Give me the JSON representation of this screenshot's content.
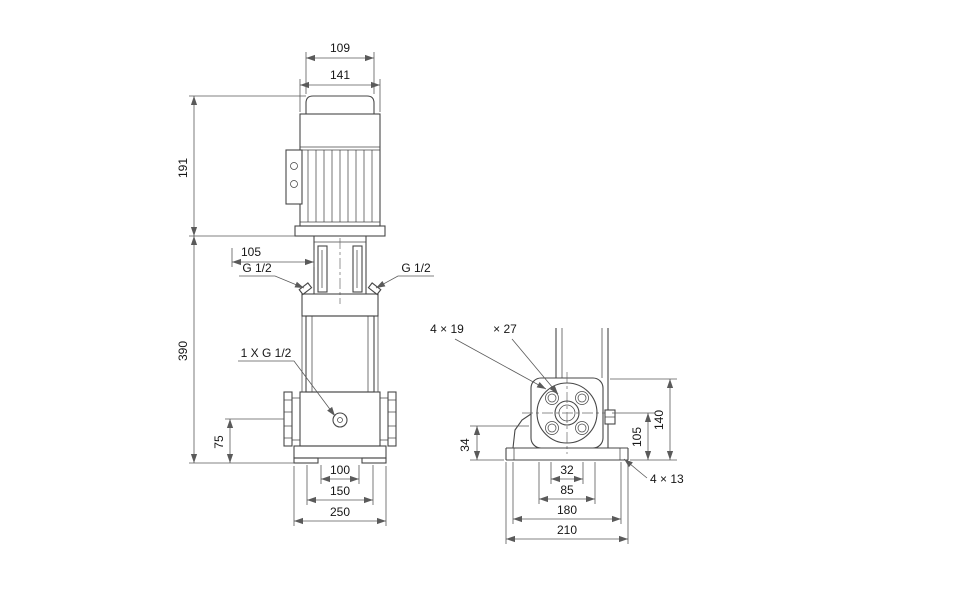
{
  "drawing": {
    "background": "#ffffff",
    "line_color": "#474747",
    "front_view": {
      "dim_fan_width": "109",
      "dim_motor_width": "141",
      "dim_motor_height": "191",
      "dim_head_width": "105",
      "port_left_label": "G 1/2",
      "port_right_label": "G 1/2",
      "dim_pump_height": "390",
      "drain_port_label": "1 X G 1/2",
      "dim_port_centerline": "75",
      "dim_base_inner": "100",
      "dim_base_mid": "150",
      "dim_base_outer": "250"
    },
    "side_view": {
      "flange_holes_label": "4 × 19",
      "flange_counterbore_label": "× 27",
      "dim_foot_height": "34",
      "dim_port_height": "105",
      "dim_flange_top_height": "140",
      "dim_slot_width": "32",
      "dim_slot_pitch": "85",
      "dim_bolt_pitch": "180",
      "dim_base_width": "210",
      "base_holes_label": "4 × 13"
    }
  }
}
